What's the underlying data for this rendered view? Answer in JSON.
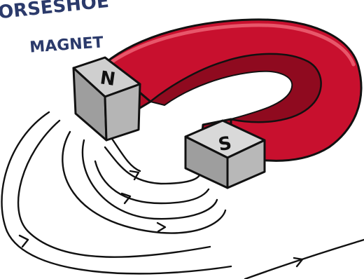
{
  "labels": {
    "caption_line1": "HORSESHOE",
    "caption_line2": "MAGNET",
    "north_pole": "N",
    "south_pole": "S"
  },
  "colors": {
    "magnet_body": "#c8102e",
    "magnet_body_shadow": "#8f0a1f",
    "pole_face": "#d9d9d9",
    "pole_side": "#a8a8a8",
    "outline": "#111111",
    "ink": "#2b3a6b"
  }
}
